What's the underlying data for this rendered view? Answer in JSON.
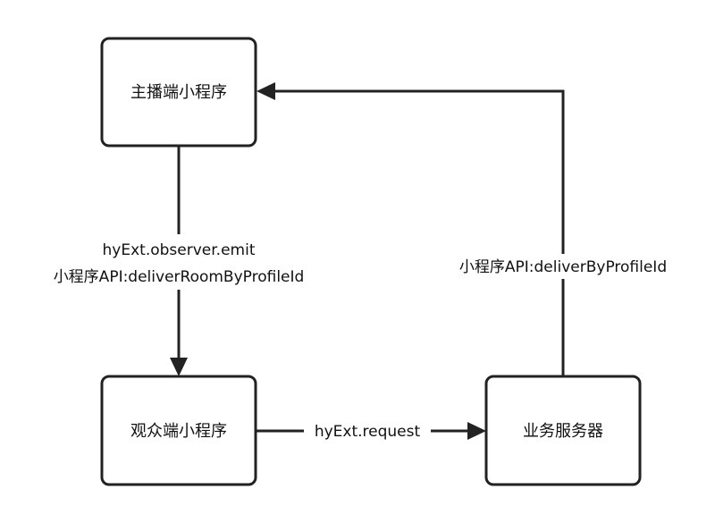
{
  "nodes": {
    "anchor": "主播端小程序",
    "viewer": "观众端小程序",
    "server": "业务服务器"
  },
  "edges": {
    "anchor_to_viewer": {
      "line1": "hyExt.observer.emit",
      "line2": "小程序API:deliverRoomByProfileId"
    },
    "viewer_to_server": {
      "label": "hyExt.request"
    },
    "server_to_anchor": {
      "label": "小程序API:deliverByProfileId"
    }
  },
  "colors": {
    "stroke": "#222222",
    "text": "#111111",
    "background": "#ffffff"
  }
}
